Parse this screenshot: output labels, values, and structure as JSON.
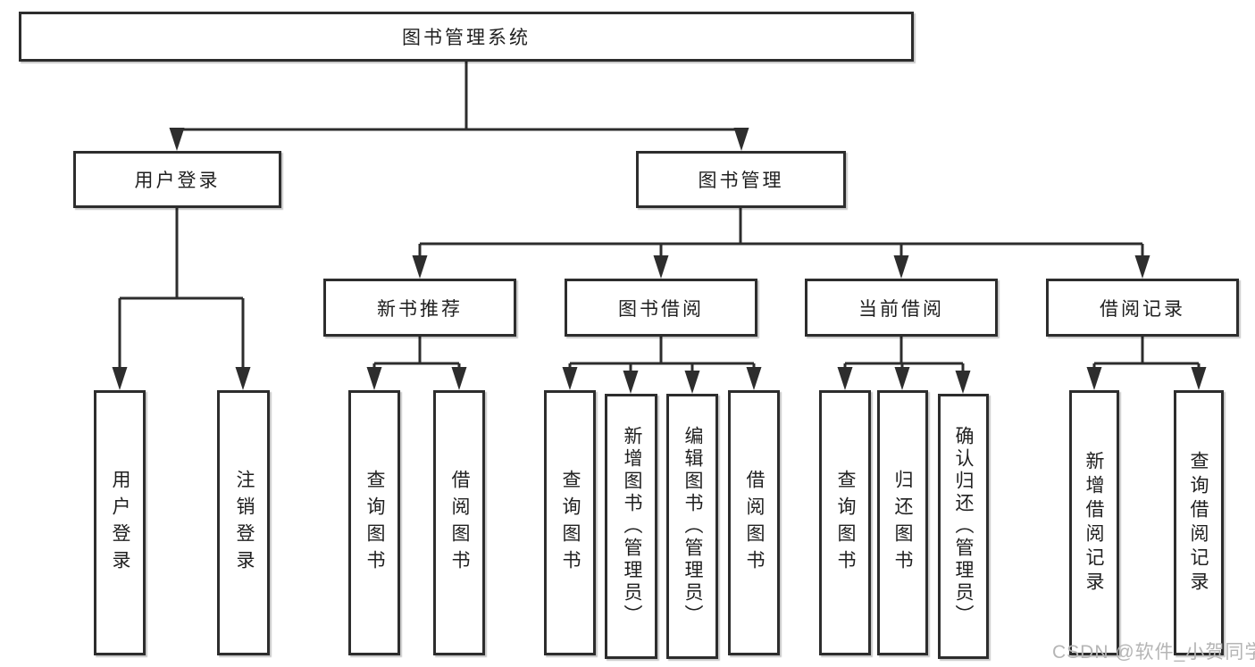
{
  "diagram_type": "hierarchy-tree",
  "colors": {
    "line": "#2d2d2d",
    "box_border": "#2d2d2d",
    "text": "#1f1f1f",
    "watermark": "#b5b5b5",
    "background": "#ffffff"
  },
  "watermark": {
    "text": "CSDN @软件_小贺同学"
  },
  "nodes": {
    "root": {
      "label": "图书管理系统"
    },
    "level1": {
      "user_login": {
        "label": "用户登录"
      },
      "book_management": {
        "label": "图书管理"
      }
    },
    "level2": {
      "new_book_recommend": {
        "label": "新书推荐"
      },
      "book_borrowing": {
        "label": "图书借阅"
      },
      "current_borrowing": {
        "label": "当前借阅"
      },
      "borrowing_records": {
        "label": "借阅记录"
      }
    },
    "leaves": {
      "user_login": {
        "label": "用户登录"
      },
      "logout": {
        "label": "注销登录"
      },
      "recommend_search_books": {
        "label": "查询图书"
      },
      "recommend_borrow_books": {
        "label": "借阅图书"
      },
      "borrowing_search_books": {
        "label": "查询图书"
      },
      "borrowing_add_books": {
        "label": "新增图书（管理员）"
      },
      "borrowing_edit_books": {
        "label": "编辑图书（管理员）"
      },
      "borrowing_borrow_books": {
        "label": "借阅图书"
      },
      "current_search_books": {
        "label": "查询图书"
      },
      "current_return_books": {
        "label": "归还图书"
      },
      "current_confirm_return": {
        "label": "确认归还（管理员）"
      },
      "records_add_record": {
        "label": "新增借阅记录"
      },
      "records_search_record": {
        "label": "查询借阅记录"
      }
    }
  }
}
